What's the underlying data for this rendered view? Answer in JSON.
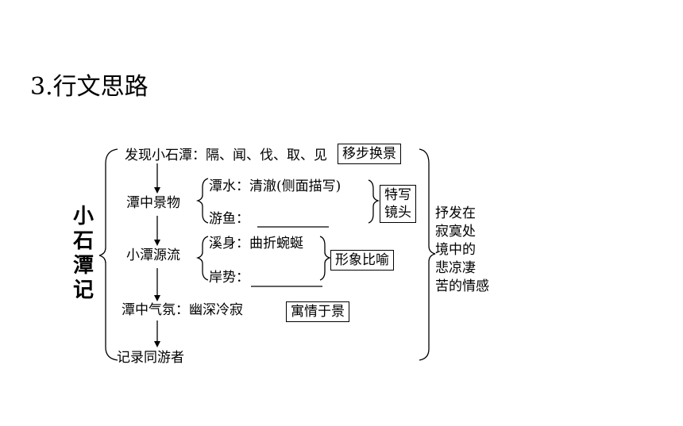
{
  "title": "3.行文思路",
  "root": [
    "小",
    "石",
    "潭",
    "记"
  ],
  "steps": {
    "discover": "发现小石潭：隔、闻、伐、取、见",
    "scenery": "潭中景物",
    "water": "潭水：清澈(侧面描写)",
    "fish": "游鱼：",
    "source": "小潭源流",
    "stream": "溪身：曲折蜿蜒",
    "bank": "岸势：",
    "atmosphere": "潭中气氛：幽深冷寂",
    "record": "记录同游者"
  },
  "tags": {
    "walk": "移步换景",
    "closeup": [
      "特写",
      "镜头"
    ],
    "metaphor": "形象比喻",
    "emotion": "寓情于景"
  },
  "outcome": [
    "抒发在",
    "寂寞处",
    "境中的",
    "悲凉凄",
    "苦的情感"
  ]
}
